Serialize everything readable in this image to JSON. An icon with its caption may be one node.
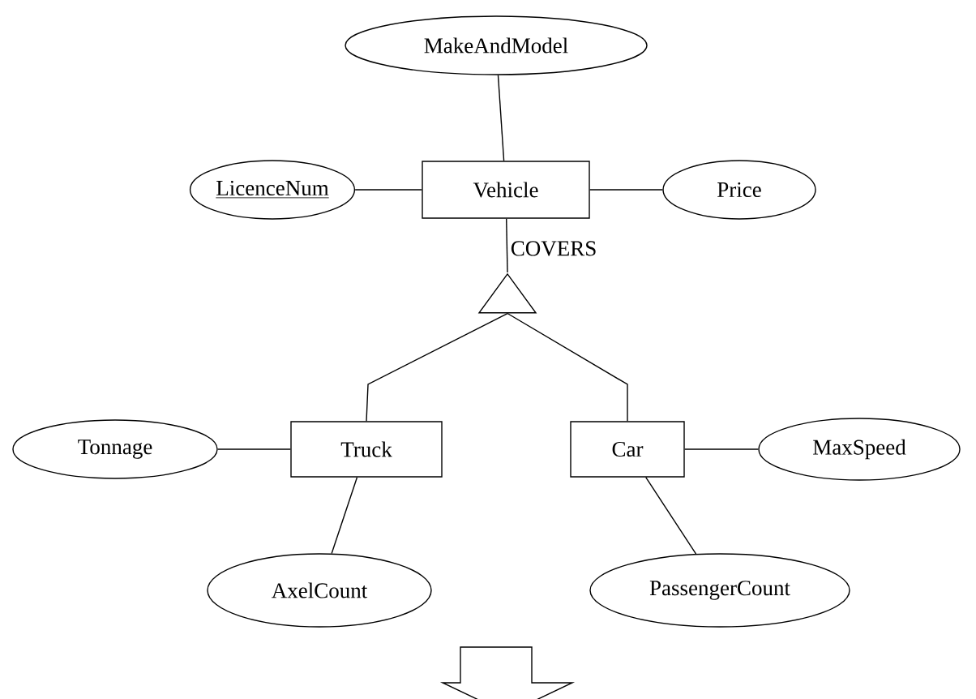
{
  "diagram": {
    "nodes": [
      {
        "text": [
          "MakeAndModel"
        ]
      },
      {
        "text": [
          "LicenceNum"
        ]
      },
      {
        "text": [
          "Vehicle"
        ]
      },
      {
        "text": [
          "Price"
        ]
      },
      {
        "text": [],
        "shape": "triangle"
      },
      {
        "text": [
          "Tonnage"
        ]
      },
      {
        "text": [
          "Truck"
        ]
      },
      {
        "text": [
          "Car"
        ]
      },
      {
        "text": [
          "MaxSpeed"
        ]
      },
      {
        "text": [
          "AxelCount"
        ]
      },
      {
        "text": [
          "PassengerCount"
        ]
      }
    ],
    "edges": [
      {
        "from": 0,
        "to": 2,
        "arrow": "none"
      },
      {
        "from": 1,
        "to": 2,
        "arrow": "none"
      },
      {
        "from": 2,
        "to": 3,
        "arrow": "none"
      },
      {
        "from": 2,
        "to": 4,
        "arrow": "none",
        "label": "COVERS"
      },
      {
        "from": 4,
        "to": 6,
        "arrow": "none"
      },
      {
        "from": 4,
        "to": 7,
        "arrow": "none"
      },
      {
        "from": 5,
        "to": 6,
        "arrow": "none"
      },
      {
        "from": 6,
        "to": 9,
        "arrow": "none"
      },
      {
        "from": 7,
        "to": 8,
        "arrow": "none"
      },
      {
        "from": 7,
        "to": 10,
        "arrow": "none"
      }
    ]
  }
}
